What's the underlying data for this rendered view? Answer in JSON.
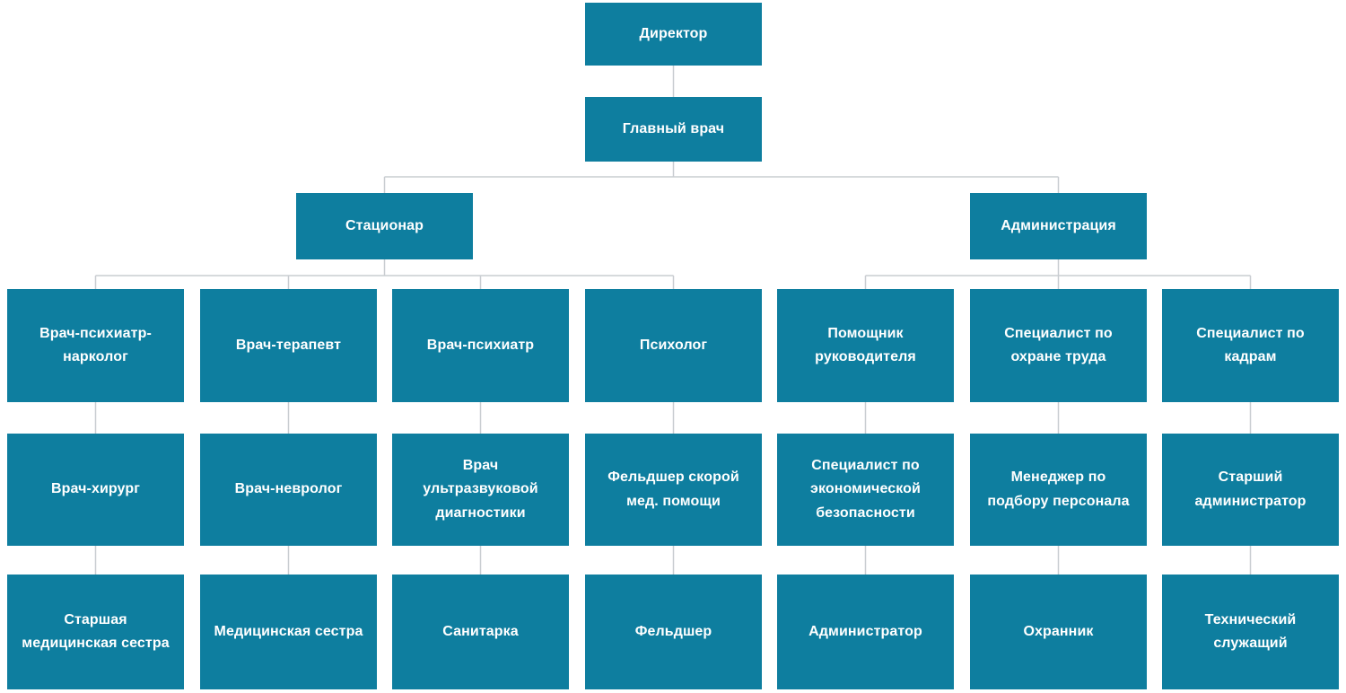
{
  "diagram": {
    "type": "org-chart",
    "root": {
      "label": "Директор"
    },
    "chief": {
      "label": "Главный врач"
    },
    "branches": [
      {
        "label": "Стационар",
        "columns": [
          {
            "top": "Врач-психиатр-нарколог",
            "middle": "Врач-хирург",
            "bottom": "Старшая медицинская сестра"
          },
          {
            "top": "Врач-терапевт",
            "middle": "Врач-невролог",
            "bottom": "Медицинская сестра"
          },
          {
            "top": "Врач-психиатр",
            "middle": "Врач ультразвуковой диагностики",
            "bottom": "Санитарка"
          },
          {
            "top": "Психолог",
            "middle": "Фельдшер скорой мед. помощи",
            "bottom": "Фельдшер"
          }
        ]
      },
      {
        "label": "Администрация",
        "columns": [
          {
            "top": "Помощник руководителя",
            "middle": "Специалист по экономической безопасности",
            "bottom": "Администратор"
          },
          {
            "top": "Специалист по охране труда",
            "middle": "Менеджер по подбору персонала",
            "bottom": "Охранник"
          },
          {
            "top": "Специалист по кадрам",
            "middle": "Старший администратор",
            "bottom": "Технический служащий"
          }
        ]
      }
    ]
  },
  "colors": {
    "box": "#0E7E9F",
    "line": "#C9CDD1",
    "text": "#FFFFFF",
    "background": "#FFFFFF"
  }
}
